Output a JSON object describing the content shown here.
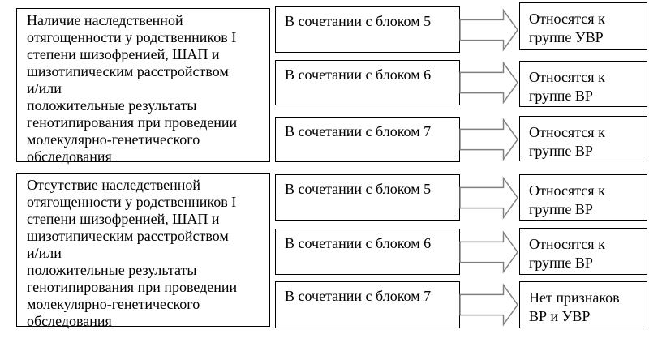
{
  "diagram": {
    "left_panels": [
      {
        "text": "Наличие наследственной\nотягощенности у родственников I\nстепени шизофренией, ШАП и\nшизотипическим расстройством\nи/или\nположительные результаты\nгенотипирования при проведении\nмолекулярно-генетического\nобследования"
      },
      {
        "text": "Отсутствие наследственной\nотягощенности у родственников I\nстепени шизофренией, ШАП и\nшизотипическим расстройством\nи/или\nположительные результаты\nгенотипирования при проведении\nмолекулярно-генетического\nобследования"
      }
    ],
    "rows": [
      {
        "condition": "В сочетании с блоком 5",
        "result": "Относятся к\nгруппе УВР"
      },
      {
        "condition": "В сочетании с блоком 6",
        "result": "Относятся к\nгруппе ВР"
      },
      {
        "condition": "В сочетании с блоком 7",
        "result": "Относятся к\nгруппе ВР"
      },
      {
        "condition": "В сочетании с блоком 5",
        "result": "Относятся к\nгруппе ВР"
      },
      {
        "condition": "В сочетании с блоком 6",
        "result": "Относятся к\nгруппе ВР"
      },
      {
        "condition": "В сочетании с блоком 7",
        "result": "Нет признаков\nВР и УВР"
      }
    ],
    "colors": {
      "background": "#ffffff",
      "box_border": "#000000",
      "text": "#000000",
      "arrow_outline": "#808080",
      "arrow_fill": "#ffffff"
    }
  }
}
